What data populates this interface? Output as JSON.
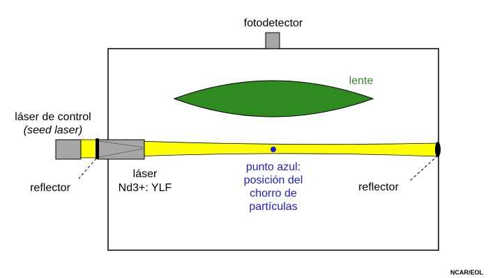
{
  "labels": {
    "photodetector": "fotodetector",
    "lens": "lente",
    "seed_laser_line1": "láser de control",
    "seed_laser_line2": "(seed laser)",
    "reflector_left": "reflector",
    "laser_line1": "láser",
    "laser_line2": "Nd3+: YLF",
    "blue_dot_line1": "punto azul:",
    "blue_dot_line2": "posición del",
    "blue_dot_line3": "chorro de",
    "blue_dot_line4": "partículas",
    "reflector_right": "reflector",
    "credit": "NCAR/EOL"
  },
  "colors": {
    "beam": "#ffff00",
    "lens": "#2f8a1f",
    "component_gray": "#a6a6a6",
    "dot": "#1a1ae6"
  }
}
